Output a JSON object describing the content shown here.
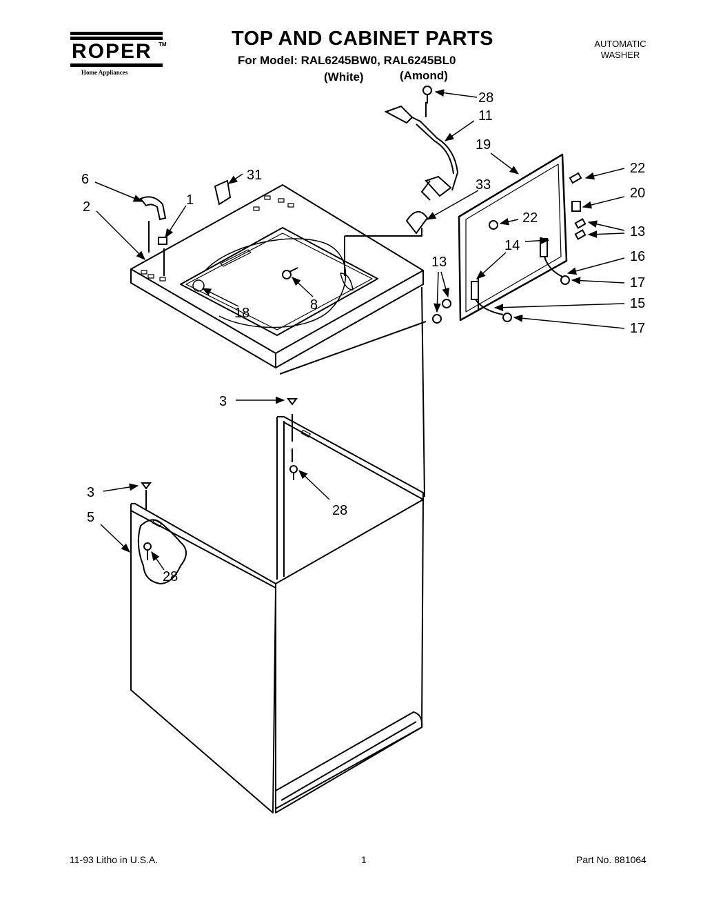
{
  "header": {
    "brand": "ROPER",
    "brand_tm": "TM",
    "brand_sub": "Home Appliances",
    "title": "TOP AND CABINET PARTS",
    "model_line": "For Model: RAL6245BW0, RAL6245BL0",
    "variant_white": "(White)",
    "variant_almond": "(Amond)",
    "product_line1": "AUTOMATIC",
    "product_line2": "WASHER"
  },
  "callouts": [
    {
      "id": "c28a",
      "label": "28"
    },
    {
      "id": "c11",
      "label": "11"
    },
    {
      "id": "c19",
      "label": "19"
    },
    {
      "id": "c22a",
      "label": "22"
    },
    {
      "id": "c20",
      "label": "20"
    },
    {
      "id": "c22b",
      "label": "22"
    },
    {
      "id": "c13a",
      "label": "13"
    },
    {
      "id": "c14",
      "label": "14"
    },
    {
      "id": "c16",
      "label": "16"
    },
    {
      "id": "c13b",
      "label": "13"
    },
    {
      "id": "c17a",
      "label": "17"
    },
    {
      "id": "c15",
      "label": "15"
    },
    {
      "id": "c17b",
      "label": "17"
    },
    {
      "id": "c31",
      "label": "31"
    },
    {
      "id": "c33",
      "label": "33"
    },
    {
      "id": "c6",
      "label": "6"
    },
    {
      "id": "c1",
      "label": "1"
    },
    {
      "id": "c2",
      "label": "2"
    },
    {
      "id": "c18",
      "label": "18"
    },
    {
      "id": "c8",
      "label": "8"
    },
    {
      "id": "c3a",
      "label": "3"
    },
    {
      "id": "c28b",
      "label": "28"
    },
    {
      "id": "c3b",
      "label": "3"
    },
    {
      "id": "c5",
      "label": "5"
    },
    {
      "id": "c28c",
      "label": "28"
    }
  ],
  "footer": {
    "left": "11-93 Litho in U.S.A.",
    "page": "1",
    "part_no": "Part No. 881064"
  }
}
